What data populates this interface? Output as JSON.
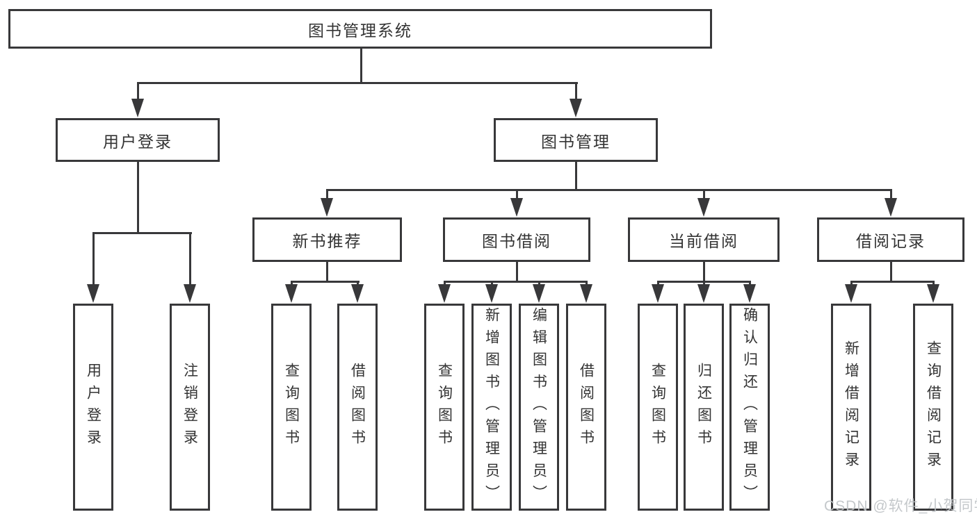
{
  "tree": {
    "label": "图书管理系统",
    "children": [
      {
        "label": "用户登录",
        "children": [
          {
            "label": "用户登录"
          },
          {
            "label": "注销登录"
          }
        ]
      },
      {
        "label": "图书管理",
        "children": [
          {
            "label": "新书推荐",
            "children": [
              {
                "label": "查询图书"
              },
              {
                "label": "借阅图书"
              }
            ]
          },
          {
            "label": "图书借阅",
            "children": [
              {
                "label": "查询图书"
              },
              {
                "label": "新增图书（管理员）"
              },
              {
                "label": "编辑图书（管理员）"
              },
              {
                "label": "借阅图书"
              }
            ]
          },
          {
            "label": "当前借阅",
            "children": [
              {
                "label": "查询图书"
              },
              {
                "label": "归还图书"
              },
              {
                "label": "确认归还（管理员）"
              }
            ]
          },
          {
            "label": "借阅记录",
            "children": [
              {
                "label": "新增借阅记录"
              },
              {
                "label": "查询借阅记录"
              }
            ]
          }
        ]
      }
    ]
  },
  "watermark": {
    "text": "CSDN @软件_小贺同学"
  },
  "colors": {
    "line": "#38383a",
    "text": "#333333",
    "background": "#ffffff",
    "watermark": "#c0c4c7"
  }
}
